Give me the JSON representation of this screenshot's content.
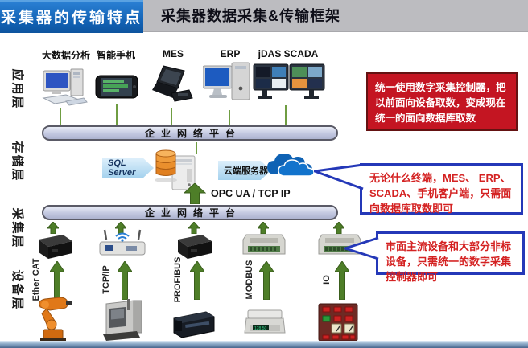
{
  "header": {
    "left_title": "采集器的传输特点",
    "main_title": "采集器数据采集&传输框架"
  },
  "layers": {
    "application": "应用层",
    "storage": "存储层",
    "collection": "采集层",
    "device": "设备层"
  },
  "app_row": {
    "items": [
      {
        "label": "大数据分析",
        "icon": "desktop-computer-icon"
      },
      {
        "label": "智能手机",
        "icon": "smartphone-icon"
      },
      {
        "label": "MES",
        "icon": "laptop-icon"
      },
      {
        "label": "ERP",
        "icon": "erp-pc-icon"
      },
      {
        "label": "jDAS SCADA",
        "icon": "scada-monitors-icon"
      }
    ]
  },
  "network": {
    "platform_label": "企业网络平台"
  },
  "storage": {
    "sql_label": "SQL Server",
    "cloud_label": "云端服务器",
    "protocol_label": "OPC UA / TCP IP"
  },
  "protocols": [
    "Ether CAT",
    "TCP/IP",
    "PROFIBUS",
    "MODBUS",
    "IO"
  ],
  "collectors": [
    "collector-box-icon",
    "wifi-router-icon",
    "collector-box-icon",
    "terminal-module-icon",
    "terminal-module-icon"
  ],
  "equipment": [
    "robot-arm-icon",
    "cnc-machine-icon",
    "plc-icon",
    "scale-icon",
    "control-panel-icon"
  ],
  "callouts": [
    {
      "text": "统一使用数字采集控制器，把以前面向设备取数，变成现在统一的面向数据库取数"
    },
    {
      "text": "无论什么终端，MES、 ERP、 SCADA、手机客户端，只需面向数据库取数即可"
    },
    {
      "text": "市面主流设备和大部分非标设备，只需统一的数字采集控制器即可"
    }
  ],
  "colors": {
    "header_blue": "#1160b2",
    "top_bar_gray": "#bcbcc0",
    "net_bar_fill": "#c3c8e0",
    "arrow_green": "#4e7e28",
    "line_green": "#6f9d42",
    "red_box_bg": "#c41522",
    "callout_border": "#2438b8",
    "callout_text": "#d42222",
    "cloud_blue": "#1068bc",
    "db_orange": "#e8882a"
  }
}
